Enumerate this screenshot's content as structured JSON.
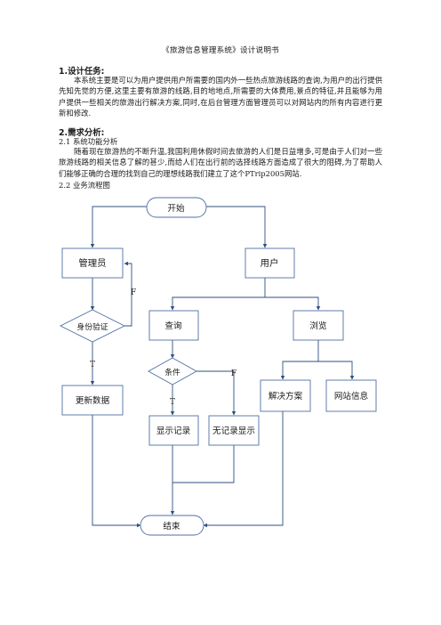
{
  "document": {
    "title": "《旅游信息管理系统》设计说明书",
    "section1_heading": "1.设计任务:",
    "section1_text": "本系统主要是可以为用户提供用户所需要的国内外一些热点旅游线路的查询,为用户的出行提供先知先觉的方便,这里主要有旅游的线路,目的地地点,所需要的大体费用,景点的特征,并且能够为用户提供一些相关的旅游出行解决方案,同时,在后台管理方面管理员可以对网站内的所有内容进行更新和修改.",
    "section2_heading": "2.需求分析:",
    "section21_title": "2.1 系统功能分析",
    "section21_text": "随着现在旅游热的不断升温,我国利用休假时间去旅游的人们是日益增多,可是由于人们对一些旅游线路的相关信息了解的甚少,而给人们在出行前的选择线路方面造成了很大的阻碍,为了帮助人们能够正确的合理的找到自己的理想线路我们建立了这个PTrip2005网站.",
    "section22_title": "2.2 业务流程图"
  },
  "flowchart": {
    "start": "开始",
    "admin": "管理员",
    "user": "用户",
    "auth": "身份验证",
    "query": "查询",
    "browse": "浏览",
    "condition": "条件",
    "update": "更新数据",
    "show_records": "显示记录",
    "no_records": "无记录显示",
    "solution": "解决方案",
    "site_info": "网站信息",
    "end": "结束",
    "auth_false": "F",
    "auth_true": "T",
    "cond_false": "F",
    "cond_true": "T"
  },
  "colors": {
    "node_border": "#4f6fa3",
    "connector": "#2f4f7f",
    "text": "#1a1a1a"
  }
}
